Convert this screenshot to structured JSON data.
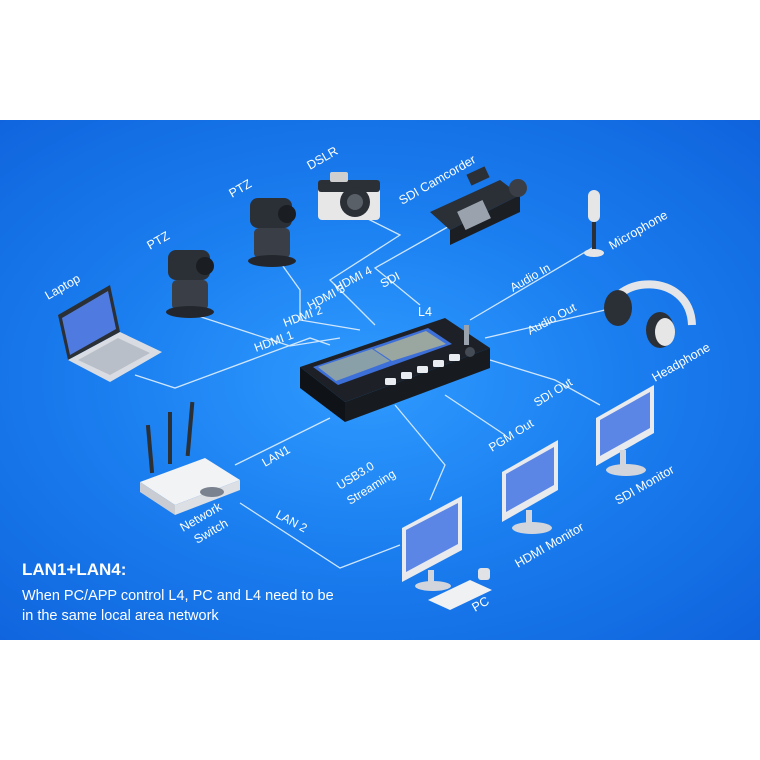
{
  "devices": {
    "dslr": "DSLR",
    "sdi_camcorder": "SDI Camcorder",
    "microphone": "Microphone",
    "ptz_1": "PTZ",
    "ptz_2": "PTZ",
    "laptop": "Laptop",
    "headphone": "Headphone",
    "network_switch_line1": "Network",
    "network_switch_line2": "Switch",
    "sdi_monitor": "SDI Monitor",
    "hdmi_monitor": "HDMI Monitor",
    "pc": "PC",
    "hub_badge": "L4"
  },
  "connections": {
    "hdmi1": "HDMI 1",
    "hdmi2": "HDMI 2",
    "hdmi3": "HDMI 3",
    "hdmi4": "HDMI 4",
    "sdi": "SDI",
    "audio_in": "Audio In",
    "audio_out": "Audio Out",
    "sdi_out": "SDI Out",
    "pgm_out": "PGM Out",
    "usb_line1": "USB3.0",
    "usb_line2": "Streaming",
    "lan1": "LAN1",
    "lan2": "LAN 2"
  },
  "note": {
    "title": "LAN1+LAN4:",
    "body": "When PC/APP control L4, PC and L4 need to be in the same local area network"
  },
  "colors": {
    "background": "#1b7ff0",
    "line": "#cfe6ff",
    "device_dark": "#2b2f36",
    "screen": "#3d6fd8"
  }
}
